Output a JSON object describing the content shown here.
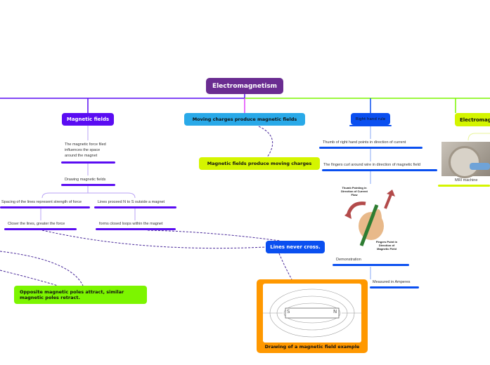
{
  "central": {
    "label": "Electromagnetism",
    "color": "#6a2c91"
  },
  "branches": {
    "magnetic_fields": {
      "label": "Magnetic fields",
      "color": "#5a0cf2",
      "children": [
        "The magnetic force filed influences the space around the magnet",
        "Drawing magnetic fields",
        "Spacing of the lines represent strength of force",
        "Lines proceed N to S outside a magnet",
        "Closer the lines, greater the force",
        "forms closed loops within the magnet"
      ]
    },
    "moving_charges": {
      "label": "Moving charges produce magnetic fields",
      "color": "#29a9e8"
    },
    "right_hand_rule": {
      "label": "Right hand rule",
      "color": "#0a4ff0",
      "children": [
        "Thumb of right hand points in direction of current",
        "The fingers curl around wire in direction of magnetic field",
        "Demonstration",
        "Measured in Amperes"
      ],
      "image_labels": [
        "Thumb Pointing in Direction of Current Flow",
        "Fingers Point in Direction of Magnetic Field"
      ]
    },
    "electromagnets": {
      "label": "Electromag",
      "color": "#d4f500",
      "children": [
        "MRI machine"
      ]
    }
  },
  "floating": {
    "produce_moving": {
      "label": "Magnetic fields produce moving charges",
      "color": "#d4f500"
    },
    "never_cross": {
      "label": "Lines never cross.",
      "color": "#0a4ff0"
    },
    "opposite_poles": {
      "label": "Opposite magnetic poles attract, similar magnetic poles retract.",
      "color": "#7cf500"
    },
    "drawing_example": {
      "label": "Drawing of a magnetic field example",
      "color": "#ff9800",
      "magnet_s": "S",
      "magnet_n": "N"
    }
  }
}
